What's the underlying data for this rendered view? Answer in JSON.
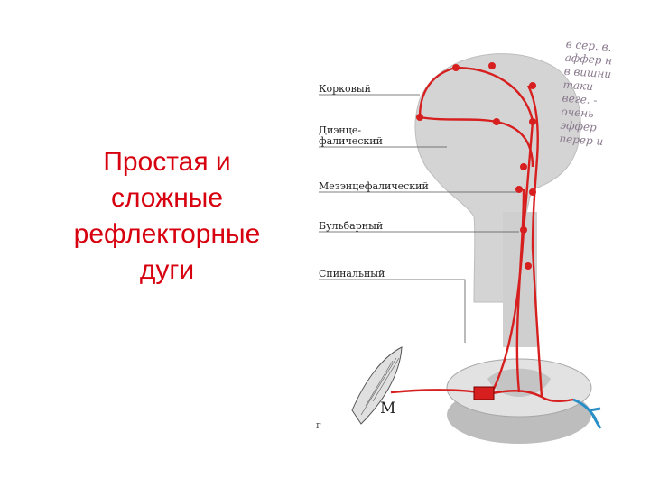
{
  "title_lines": [
    "Простая и",
    "сложные",
    "рефлекторные",
    "дуги"
  ],
  "levels": {
    "cortical": "Корковый",
    "diencephalic_1": "Диэнце-",
    "diencephalic_2": "фалический",
    "mesencephalic": "Мезэнцефалический",
    "bulbar": "Бульбарный",
    "spinal": "Спинальный"
  },
  "motor_label": "М",
  "corner_mark": "г",
  "handwritten_note": [
    "в сер. в.",
    "аффер н",
    "в вишни",
    "таки",
    "веге. -",
    "очень",
    "эффер",
    "перер и"
  ],
  "colors": {
    "title": "#d7000f",
    "pathway": "#d71f1f",
    "brain": "#d4d4d4",
    "afferent_receptor": "#2a8fc7"
  }
}
